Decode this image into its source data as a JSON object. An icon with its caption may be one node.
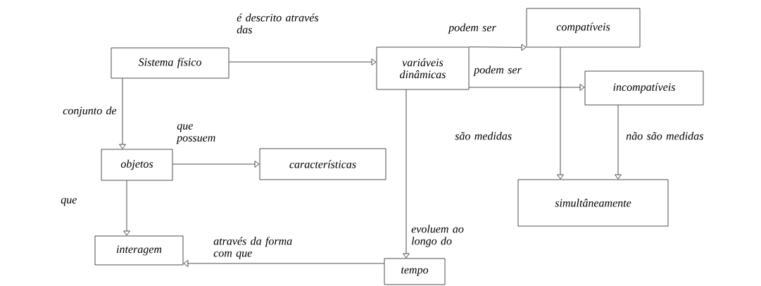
{
  "diagram": {
    "nodes": [
      {
        "text": [
          "Sistema físico"
        ]
      },
      {
        "text": [
          "variáveis dinâmicas"
        ]
      },
      {
        "text": [
          "compatíveis"
        ]
      },
      {
        "text": [
          "incompatíveis"
        ]
      },
      {
        "text": [
          "objetos"
        ]
      },
      {
        "text": [
          "características"
        ]
      },
      {
        "text": [
          "simultâneamente"
        ]
      },
      {
        "text": [
          "interagem"
        ]
      },
      {
        "text": [
          "tempo"
        ]
      }
    ],
    "edges": [
      {
        "from": 0,
        "to": 1,
        "arrow": "to",
        "label": "é descrito através das"
      },
      {
        "from": 0,
        "to": 4,
        "arrow": "to",
        "label": "conjunto de"
      },
      {
        "from": 1,
        "to": 2,
        "arrow": "to",
        "label": "podem ser"
      },
      {
        "from": 1,
        "to": 3,
        "arrow": "to",
        "label": "podem ser"
      },
      {
        "from": 4,
        "to": 5,
        "arrow": "to",
        "label": "que possuem"
      },
      {
        "from": 4,
        "to": 7,
        "arrow": "to",
        "label": "que"
      },
      {
        "from": 2,
        "to": 6,
        "arrow": "to",
        "label": "são medidas"
      },
      {
        "from": 3,
        "to": 6,
        "arrow": "to",
        "label": "não são medidas"
      },
      {
        "from": 1,
        "to": 8,
        "arrow": "to",
        "label": "evoluem ao longo do"
      },
      {
        "from": 8,
        "to": 7,
        "arrow": "to",
        "label": "através da forma com que"
      }
    ]
  }
}
